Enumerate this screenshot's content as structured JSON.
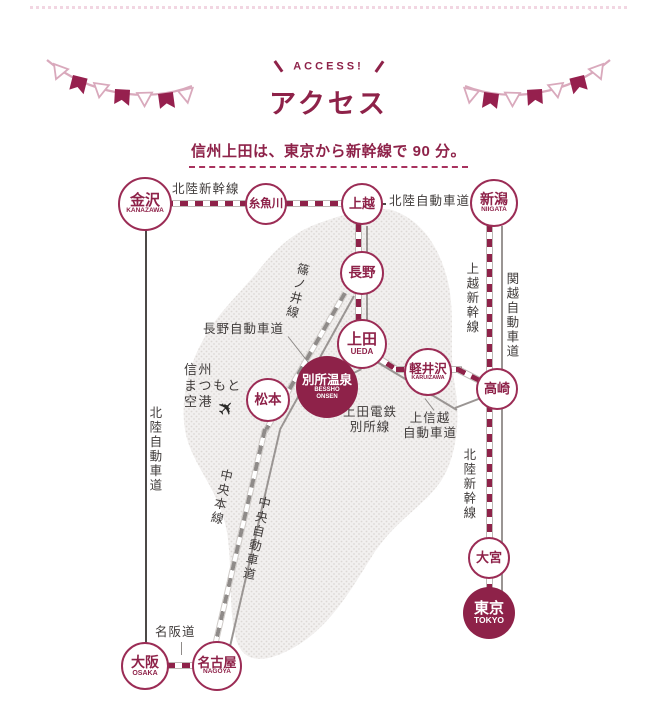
{
  "header": {
    "tagline": "ACCESS!",
    "title": "アクセス",
    "subtitle": "信州上田は、東京から新幹線で 90 分。"
  },
  "colors": {
    "accent_maroon": "#8e2249",
    "bunting_pink": "#d9a9bc",
    "rail_gray": "#8f8b89",
    "road_dark": "#4c4947",
    "label_text": "#403c3b",
    "prefecture_fill": "#dcd8d5"
  },
  "map": {
    "stations": [
      {
        "id": "kanazawa",
        "name": "金沢",
        "romaji": "KANAZAWA"
      },
      {
        "id": "itoigawa",
        "name": "糸魚川",
        "romaji": ""
      },
      {
        "id": "joetsu",
        "name": "上越",
        "romaji": ""
      },
      {
        "id": "niigata",
        "name": "新潟",
        "romaji": "NIIGATA"
      },
      {
        "id": "nagano",
        "name": "長野",
        "romaji": ""
      },
      {
        "id": "ueda",
        "name": "上田",
        "romaji": "UEDA"
      },
      {
        "id": "karuizawa",
        "name": "軽井沢",
        "romaji": "KARUIZAWA"
      },
      {
        "id": "takasaki",
        "name": "高崎",
        "romaji": ""
      },
      {
        "id": "omiya",
        "name": "大宮",
        "romaji": ""
      },
      {
        "id": "tokyo",
        "name": "東京",
        "romaji": "TOKYO"
      },
      {
        "id": "matsumoto",
        "name": "松本",
        "romaji": ""
      },
      {
        "id": "osaka",
        "name": "大阪",
        "romaji": "OSAKA"
      },
      {
        "id": "nagoya",
        "name": "名古屋",
        "romaji": "NAGOYA"
      }
    ],
    "hub": {
      "name": "別所温泉",
      "romaji1": "BESSHO",
      "romaji2": "ONSEN"
    },
    "labels": {
      "hokuriku_shinkansen_top": "北陸新幹線",
      "hokuriku_expwy_top": "北陸自動車道",
      "joetsu_shinkansen": "上越新幹線",
      "kanetsu_expwy": "関越自動車道",
      "hokuriku_shinkansen_right": "北陸新幹線",
      "shinonoi_line": "篠ノ井線",
      "nagano_expwy": "長野自動車道",
      "airport_l1": "信州",
      "airport_l2": "まつもと",
      "airport_l3": "空港",
      "hokuriku_expwy_left": "北陸自動車道",
      "chuo_main_line": "中央本線",
      "chuo_expwy": "中央自動車道",
      "ueda_dentetsu_l1": "上田電鉄",
      "ueda_dentetsu_l2": "別所線",
      "joshinetsu_l1": "上信越",
      "joshinetsu_l2": "自動車道",
      "meihan_expwy": "名阪道"
    }
  }
}
